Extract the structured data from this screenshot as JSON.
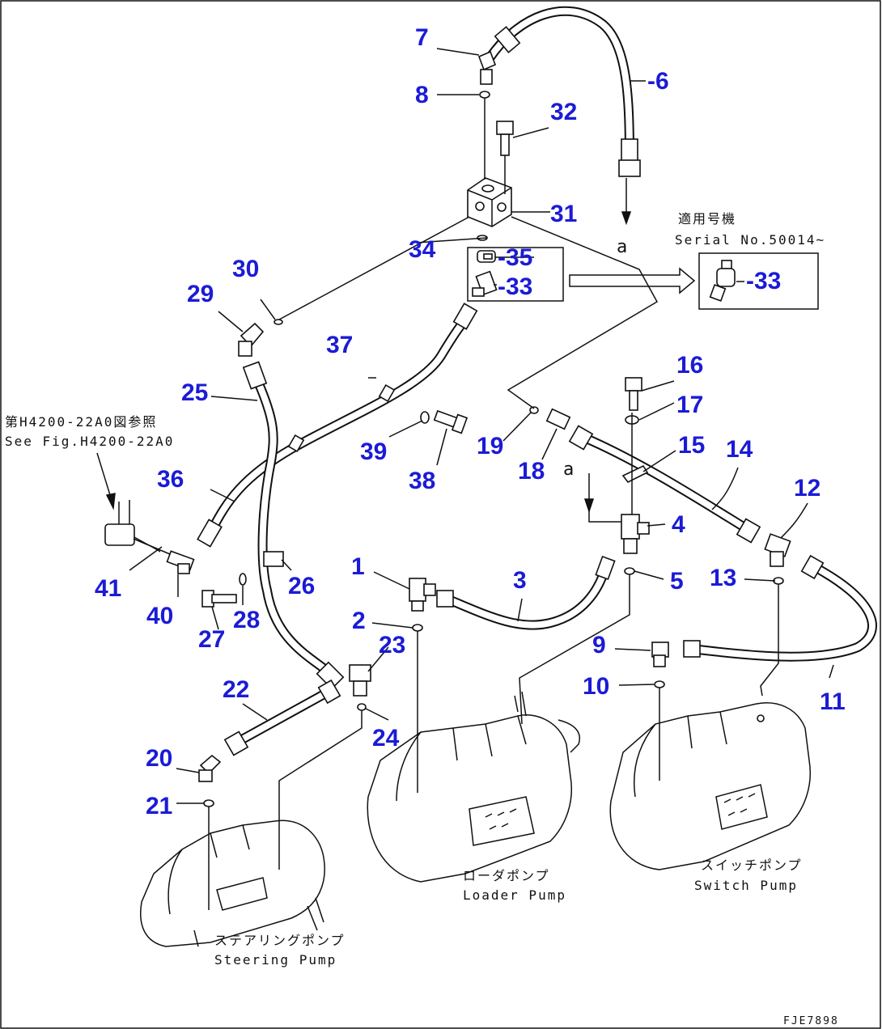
{
  "colors": {
    "callout": "#1b1bd6",
    "line": "#111111",
    "background": "#ffffff"
  },
  "labels": {
    "serial_jp": "適用号機",
    "serial_en": "Serial No.50014~",
    "see_fig_jp": "第H4200-22A0図参照",
    "see_fig_en": "See Fig.H4200-22A0",
    "loader_pump_jp": "ローダポンプ",
    "loader_pump_en": "Loader Pump",
    "switch_pump_jp": "スイッチポンプ",
    "switch_pump_en": "Switch Pump",
    "steering_pump_jp": "ステアリングポンプ",
    "steering_pump_en": "Steering Pump",
    "view_a_top": "a",
    "view_a_mid": "a",
    "drawing_code": "FJE7898"
  },
  "callouts": [
    {
      "id": "c1",
      "text": "1"
    },
    {
      "id": "c2",
      "text": "2"
    },
    {
      "id": "c3",
      "text": "3"
    },
    {
      "id": "c4",
      "text": "4"
    },
    {
      "id": "c5",
      "text": "5"
    },
    {
      "id": "c6",
      "text": "-6"
    },
    {
      "id": "c7",
      "text": "7"
    },
    {
      "id": "c8",
      "text": "8"
    },
    {
      "id": "c9",
      "text": "9"
    },
    {
      "id": "c10",
      "text": "10"
    },
    {
      "id": "c11",
      "text": "11"
    },
    {
      "id": "c12",
      "text": "12"
    },
    {
      "id": "c13",
      "text": "13"
    },
    {
      "id": "c14",
      "text": "14"
    },
    {
      "id": "c15",
      "text": "15"
    },
    {
      "id": "c16",
      "text": "16"
    },
    {
      "id": "c17",
      "text": "17"
    },
    {
      "id": "c18",
      "text": "18"
    },
    {
      "id": "c19",
      "text": "19"
    },
    {
      "id": "c20",
      "text": "20"
    },
    {
      "id": "c21",
      "text": "21"
    },
    {
      "id": "c22",
      "text": "22"
    },
    {
      "id": "c23",
      "text": "23"
    },
    {
      "id": "c24",
      "text": "24"
    },
    {
      "id": "c25",
      "text": "25"
    },
    {
      "id": "c26",
      "text": "26"
    },
    {
      "id": "c27",
      "text": "27"
    },
    {
      "id": "c28",
      "text": "28"
    },
    {
      "id": "c29",
      "text": "29"
    },
    {
      "id": "c30",
      "text": "30"
    },
    {
      "id": "c31",
      "text": "31"
    },
    {
      "id": "c32",
      "text": "32"
    },
    {
      "id": "c33a",
      "text": "-33"
    },
    {
      "id": "c33b",
      "text": "-33"
    },
    {
      "id": "c34",
      "text": "34"
    },
    {
      "id": "c35",
      "text": "-35"
    },
    {
      "id": "c36",
      "text": "36"
    },
    {
      "id": "c37",
      "text": "37"
    },
    {
      "id": "c38",
      "text": "38"
    },
    {
      "id": "c39",
      "text": "39"
    },
    {
      "id": "c40",
      "text": "40"
    },
    {
      "id": "c41",
      "text": "41"
    }
  ]
}
